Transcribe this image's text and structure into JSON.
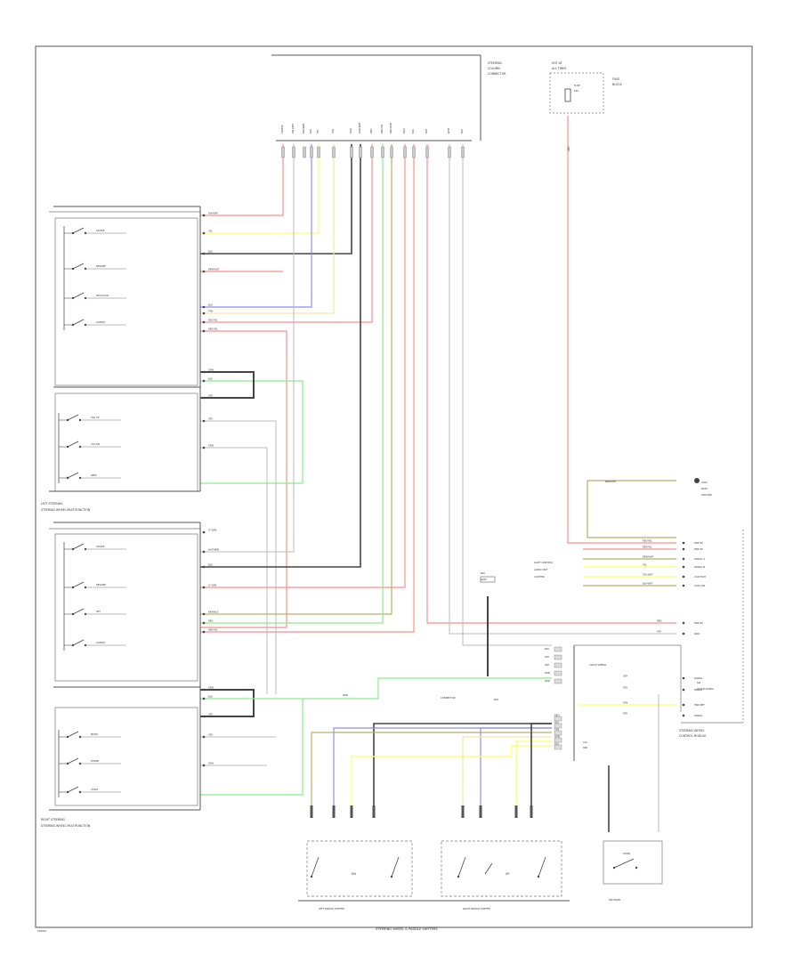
{
  "footer_code": "CS0001",
  "bottom_caption": "STEERING WHEEL & PADDLE SHIFTERS",
  "left_unit": {
    "caption_1": "LEFT STEERING",
    "caption_2": "STEERING WHEEL MULTIFUNCTION",
    "rows_a": [
      "SW-REM",
      "YEL",
      "BLK",
      "BRN-WHT",
      "BLU",
      "TAN",
      "RED-YEL",
      "RED-YEL"
    ],
    "sw_labels_a": [
      "CRUISE",
      "RESUME",
      "SET/COAST",
      "CANCEL"
    ],
    "rows_b": [
      "GRN",
      "BLK",
      "GRY",
      "GRY",
      "GRN"
    ],
    "sw_labels_b": [
      "VOL UP",
      "VOL DN",
      "SEEK"
    ]
  },
  "right_unit": {
    "caption_1": "RIGHT STEERING",
    "caption_2": "STEERING WHEEL MULTIFUNCTION",
    "rows_a": [
      "LT GRN",
      "WHT-BRN",
      "BLK",
      "LT GRN",
      "BRN-BLK",
      "RED",
      "RED-YEL"
    ],
    "sw_labels_a": [
      "CRUISE",
      "RESUME",
      "SET",
      "CANCEL"
    ],
    "rows_b": [
      "GRN",
      "BLK",
      "GRY",
      "GRY",
      "GRN"
    ],
    "sw_labels_b": [
      "MODE",
      "PHONE",
      "VOICE"
    ]
  },
  "top_connector": {
    "label_1": "STEERING",
    "label_2": "COLUMN",
    "label_3": "CONNECTOR",
    "pins": [
      "CRUISE",
      "SW-REM",
      "BLK-WHT",
      "YEL",
      "BLU",
      "TAN",
      "GRN",
      "GRN-WHT",
      "RED",
      "RED-YEL",
      "RED-WHT",
      "BRN",
      "BLK",
      "GRY",
      "WHT",
      "BLK"
    ]
  },
  "fuse": {
    "label_1": "HOT AT",
    "label_2": "ALL TIMES",
    "label_3": "FUSE",
    "label_4": "10A",
    "block_1": "FUSE",
    "block_2": "BLOCK"
  },
  "wire_top_right": "RED",
  "ground_top_right": {
    "label_1": "BRN-WHT",
    "label_2": "G301",
    "label_3": "BODY",
    "label_4": "GROUND"
  },
  "module": {
    "caption_1": "STEERING WHEEL",
    "caption_2": "CONTROL MODULE",
    "rows_in": [
      "RED-YEL",
      "RED-YEL",
      "BRN-WHT",
      "YEL",
      "YEL-WHT",
      "BLK-WHT"
    ],
    "pins_in": [
      "PWR IN",
      "PWR IN",
      "SIGNAL A",
      "SIGNAL B",
      "CAN HIGH",
      "CAN LOW"
    ],
    "side_labels": [
      "LIGHT CONTROL",
      "AUDIO UNIT",
      "CLUSTER"
    ],
    "rows_low": [
      "RED",
      "GRY"
    ],
    "pins_low": [
      "PWR IN",
      "GND"
    ],
    "label_mid_1": "SW",
    "label_mid_2": "LT RTN SIGNAL",
    "rows_mid": [
      "GRY",
      "GRY",
      "TAN",
      "GRY"
    ],
    "pins_mid": [
      "SIGNAL",
      "SIGNAL",
      "PWR REF",
      "SIGNAL"
    ]
  },
  "clock_spring": {
    "label": "CLOCK SPRING",
    "pins": [
      "BLK",
      "GRY",
      "GRY",
      "GRN",
      "GRN"
    ],
    "pins_2": [
      "RED",
      "BLU",
      "TAN",
      "GRN",
      "BLK"
    ],
    "caption_1": "CLK",
    "caption_2": "SPR"
  },
  "ground_mid": {
    "label_1": "BLK",
    "label_2": "G200"
  },
  "connector_label": "CONNECTOR",
  "wire_green_label": "GRN",
  "wire_green_label_2": "BLK",
  "paddles": {
    "left_caption": "LEFT PADDLE SHIFTER",
    "right_caption": "RIGHT PADDLE SHIFTER",
    "left_label": "DN",
    "right_label": "UP"
  },
  "horn": {
    "label": "HORN",
    "caption": "SW-HORN"
  },
  "colors": {
    "red": "#ff8c8c",
    "yellow": "#ffff66",
    "blue": "#8c8cff",
    "green": "#88ee88",
    "olive": "#b8b066",
    "tan": "#f4e6a6",
    "black": "#444444",
    "gray": "#bbbbbb"
  }
}
